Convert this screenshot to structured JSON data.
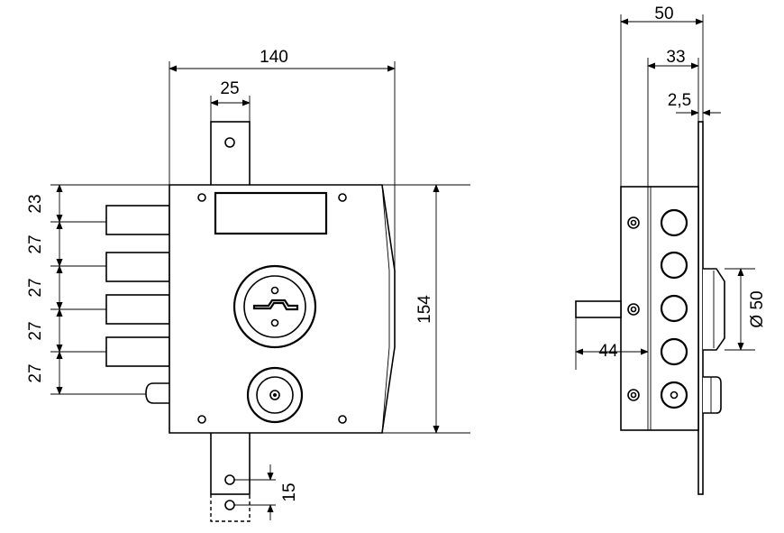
{
  "dimensions": {
    "front_width": "140",
    "tongue_width": "25",
    "front_height": "154",
    "bolt_spacings": [
      "23",
      "27",
      "27",
      "27",
      "27"
    ],
    "cam_offset": "15",
    "side_depth": "50",
    "case_depth": "33",
    "plate_thickness": "2,5",
    "cylinder_diameter": "Ø 50",
    "backset": "44"
  }
}
